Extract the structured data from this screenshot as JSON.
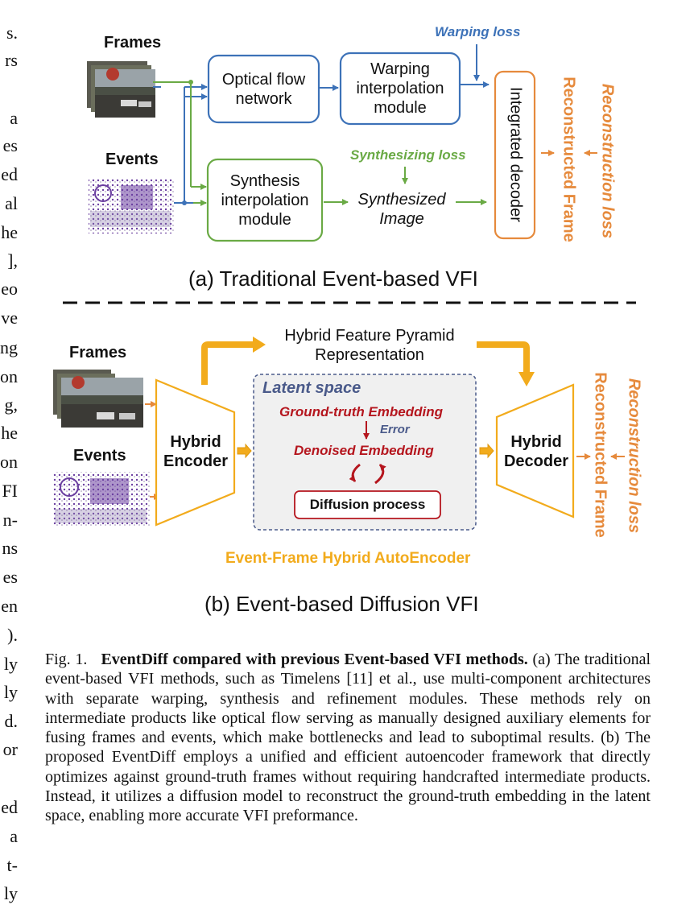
{
  "left_column": [
    "s.",
    "rs",
    "a",
    "es",
    "ed",
    "al",
    "he",
    "],",
    "eo",
    "ve",
    "ng",
    "on",
    "g,",
    "he",
    "on",
    "FI",
    "n-",
    "ns",
    "es",
    "en",
    ").",
    "ly",
    "ly",
    "d.",
    "or",
    "ed",
    "a",
    "t-",
    "ly"
  ],
  "figure": {
    "a": {
      "frames_label": "Frames",
      "events_label": "Events",
      "optical_flow": "Optical flow network",
      "warping_module": "Warping interpolation module",
      "warping_loss": "Warping loss",
      "synthesis_module": "Synthesis interpolation module",
      "synthesizing_loss": "Synthesizing loss",
      "synthesized_image": "Synthesized Image",
      "integrated_decoder": "Integrated decoder",
      "reconstructed_frame": "Reconstructed Frame",
      "reconstruction_loss": "Reconstruction loss",
      "title": "(a)  Traditional Event-based VFI"
    },
    "b": {
      "frames_label": "Frames",
      "events_label": "Events",
      "pyramid": "Hybrid Feature Pyramid Representation",
      "encoder": "Hybrid Encoder",
      "latent_space": "Latent space",
      "gt_embedding": "Ground-truth Embedding",
      "error": "Error",
      "denoised_embedding": "Denoised Embedding",
      "diffusion_process": "Diffusion process",
      "decoder": "Hybrid Decoder",
      "reconstructed_frame": "Reconstructed Frame",
      "reconstruction_loss": "Reconstruction loss",
      "autoencoder_label": "Event-Frame Hybrid AutoEncoder",
      "title": "(b)  Event-based Diffusion VFI"
    }
  },
  "caption": {
    "prefix": "Fig. 1.",
    "bold": "EventDiff compared with previous Event-based VFI methods.",
    "body": "(a) The traditional event-based VFI methods, such as Timelens [11] et al., use multi-component architectures with separate warping, synthesis and refinement modules. These methods rely on intermediate products like optical flow serving as manually designed auxiliary elements for fusing frames and events, which make bottlenecks and lead to suboptimal results. (b) The proposed EventDiff employs a unified and efficient autoencoder framework that directly optimizes against ground-truth frames without requiring handcrafted intermediate products. Instead, it utilizes a diffusion model to reconstruct the ground-truth embedding in the latent space, enabling more accurate VFI preformance."
  },
  "colors": {
    "blue": "#3d72b8",
    "green": "#6aaa45",
    "orange": "#e68a3c",
    "yellow": "#f2ab1c",
    "red": "#b5161e",
    "latent_bg": "#f0f0f0"
  }
}
